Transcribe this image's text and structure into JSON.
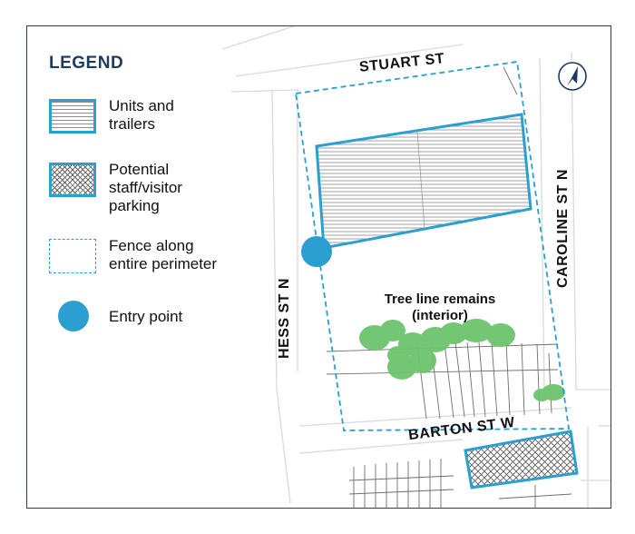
{
  "legend": {
    "title": "LEGEND",
    "items": [
      {
        "label": "Units and\ntrailers",
        "symbol": "horizontal-hatch-box-icon"
      },
      {
        "label": "Potential\nstaff/visitor\nparking",
        "symbol": "cross-hatch-box-icon"
      },
      {
        "label": "Fence along\nentire perimeter",
        "symbol": "dashed-fence-icon"
      },
      {
        "label": "Entry point",
        "symbol": "entry-dot-icon"
      }
    ]
  },
  "streets": {
    "stuart": "STUART ST",
    "hess": "HESS ST N",
    "caroline": "CAROLINE ST N",
    "barton": "BARTON ST W"
  },
  "annotation": "Tree line remains\n(interior)",
  "north_arrow": "north-arrow-icon",
  "colors": {
    "accent": "#2a9fd0",
    "title": "#1f3a5f",
    "trees": "#6cc46c",
    "roads": "#dcdcdc",
    "frame": "#2c3e57"
  }
}
